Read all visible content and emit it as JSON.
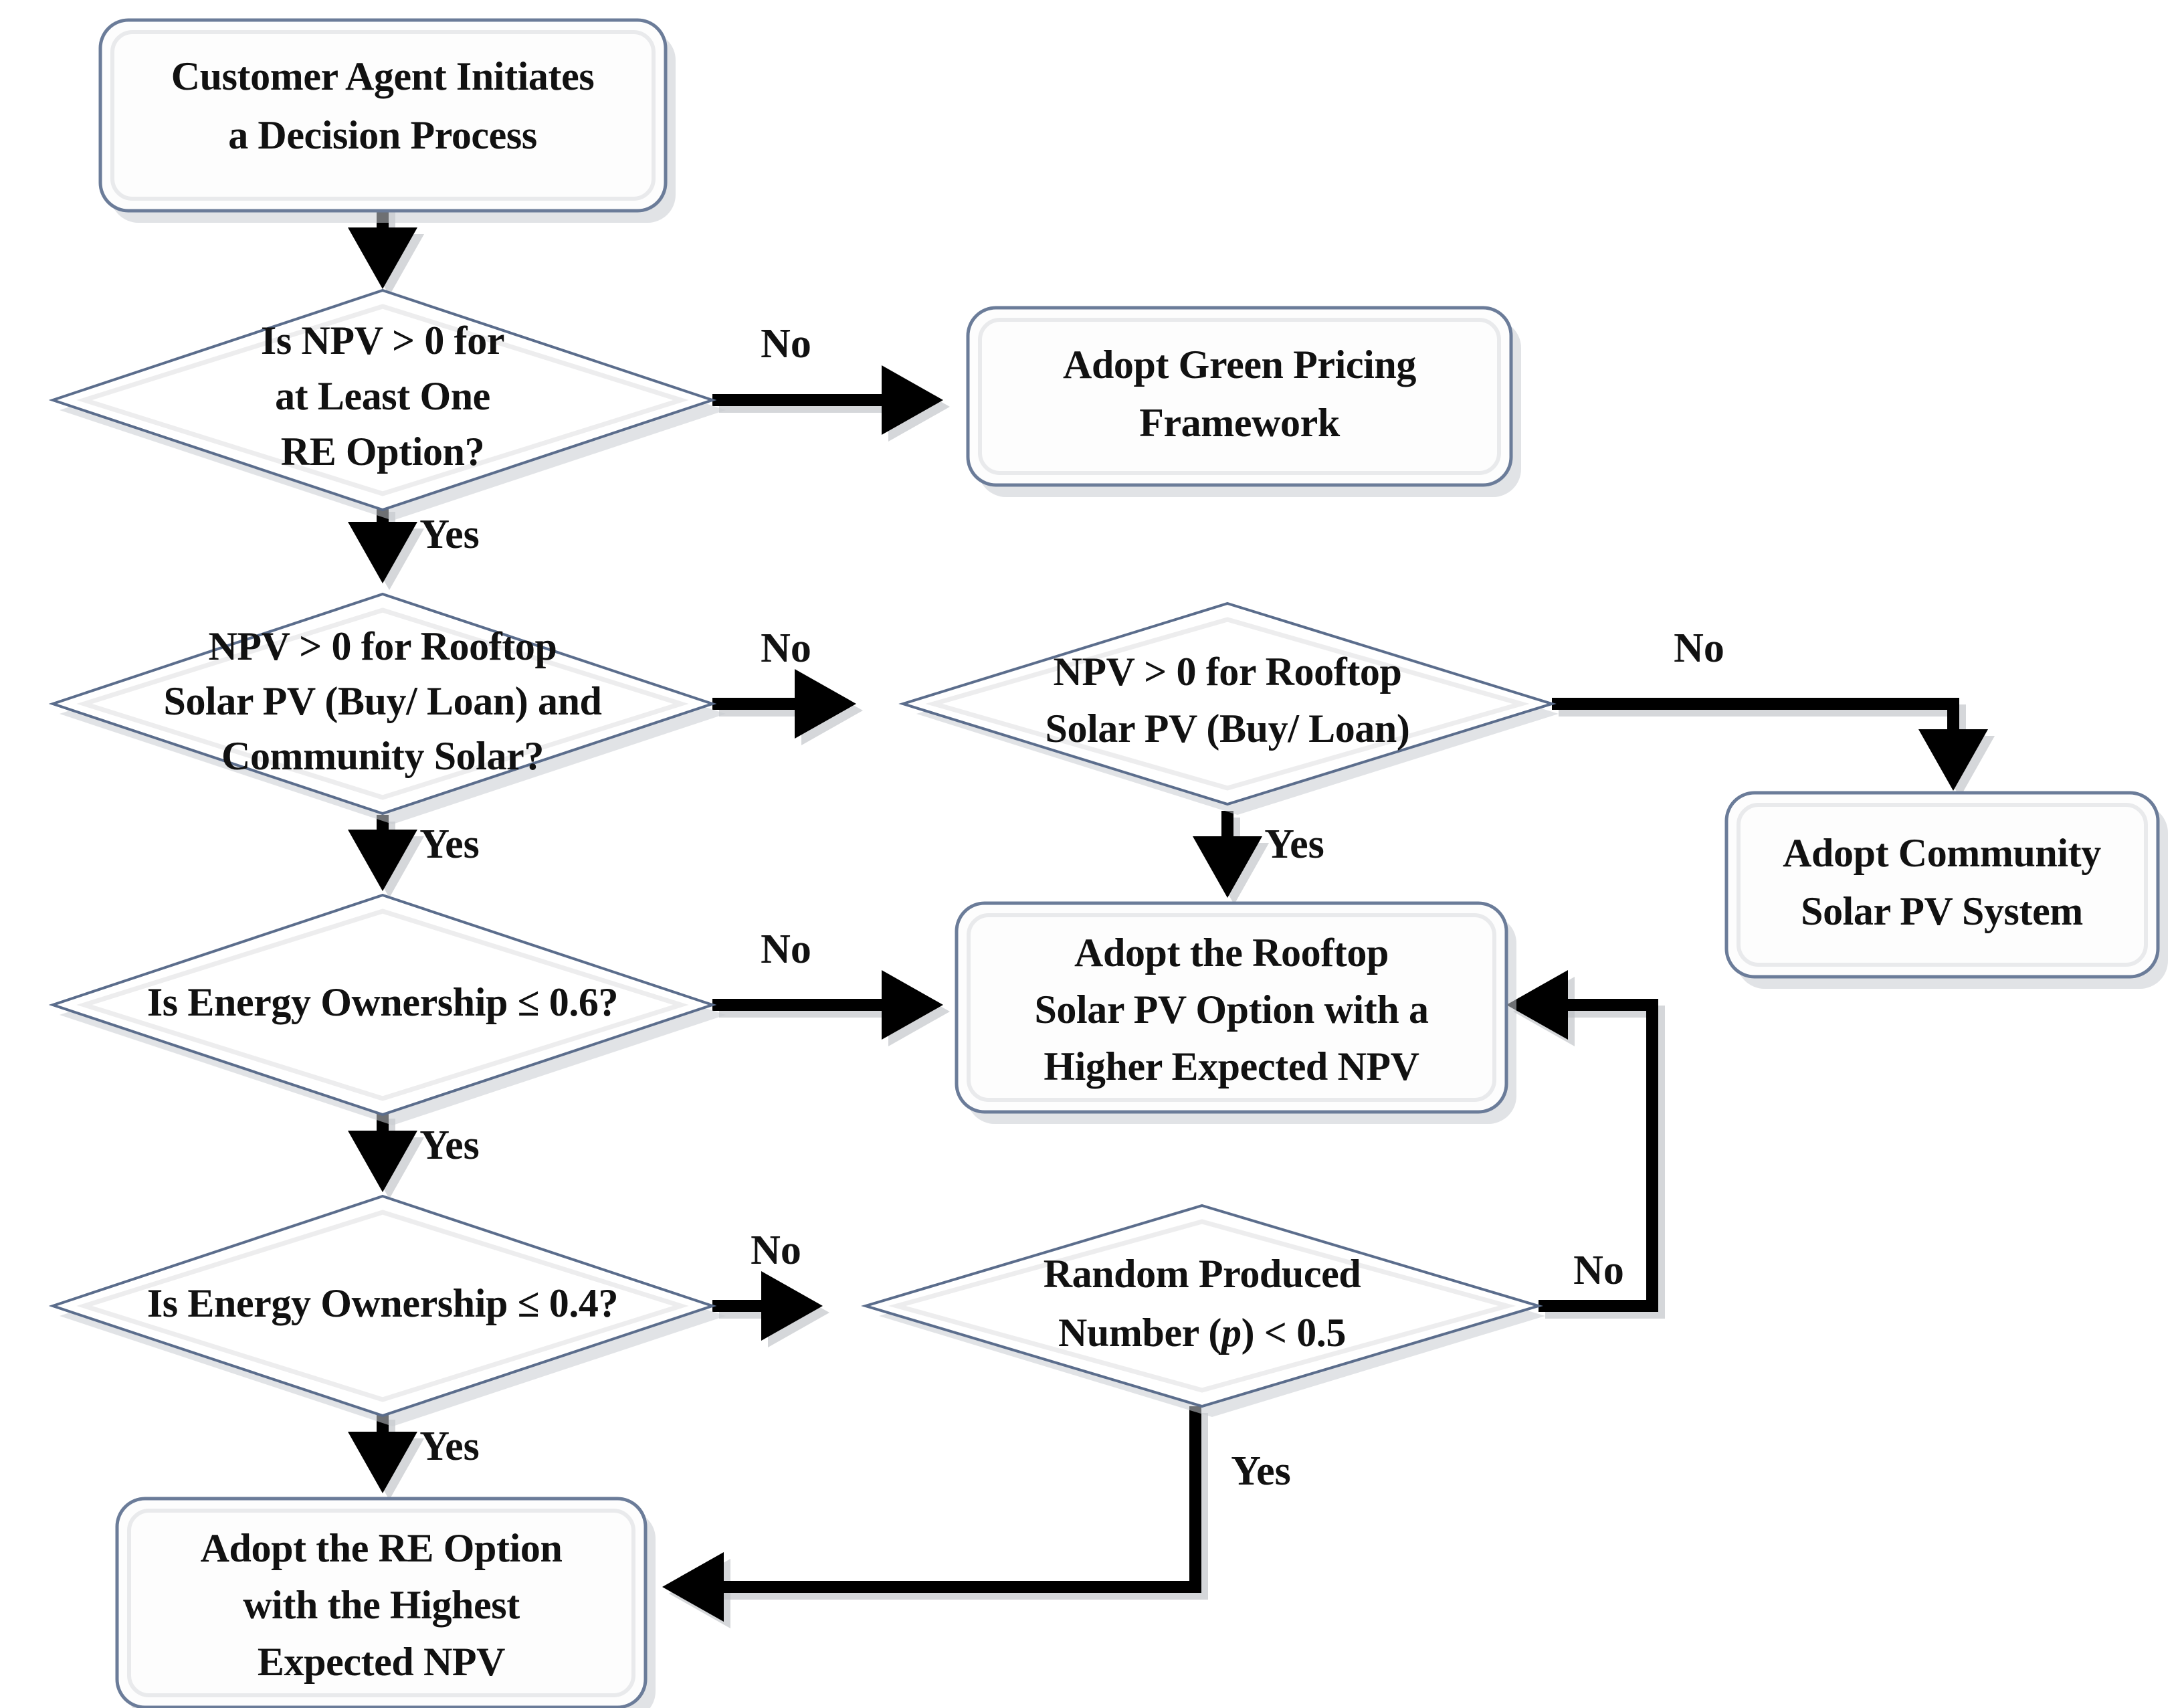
{
  "diagram": {
    "title": "Customer Agent Renewable Energy Adoption Decision Flowchart",
    "type": "flowchart",
    "colors": {
      "shape_border": "#6b7c99",
      "diamond_border": "#5b6d8c",
      "shape_fill": "#fdfdfd",
      "connector": "#000000",
      "shadow": "#c9ccd2",
      "background": "#ffffff"
    }
  },
  "nodes": {
    "start": {
      "shape": "process",
      "lines": [
        "Customer Agent Initiates",
        "a Decision Process"
      ]
    },
    "d_npv_any": {
      "shape": "decision",
      "lines": [
        "Is NPV > 0 for",
        "at Least One",
        "RE Option?"
      ]
    },
    "green_pricing": {
      "shape": "process",
      "lines": [
        "Adopt Green Pricing",
        "Framework"
      ]
    },
    "d_rooftop_and_community": {
      "shape": "decision",
      "lines": [
        "NPV > 0 for Rooftop",
        "Solar PV (Buy/ Loan) and",
        "Community Solar?"
      ]
    },
    "d_rooftop_only": {
      "shape": "decision",
      "lines": [
        "NPV > 0 for Rooftop",
        "Solar PV (Buy/ Loan)"
      ]
    },
    "community_solar": {
      "shape": "process",
      "lines": [
        "Adopt Community",
        "Solar PV System"
      ]
    },
    "d_ownership_06": {
      "shape": "decision",
      "lines": [
        "Is Energy Ownership ≤ 0.6?"
      ]
    },
    "adopt_rooftop": {
      "shape": "process",
      "lines": [
        "Adopt the Rooftop",
        "Solar PV Option with a",
        "Higher Expected NPV"
      ]
    },
    "d_ownership_04": {
      "shape": "decision",
      "lines": [
        "Is Energy Ownership ≤ 0.4?"
      ]
    },
    "d_random": {
      "shape": "decision",
      "lines_rich": [
        [
          {
            "t": "Random Produced",
            "i": false
          }
        ],
        [
          {
            "t": "Number (",
            "i": false
          },
          {
            "t": "p",
            "i": true
          },
          {
            "t": ") < 0.5",
            "i": false
          }
        ]
      ]
    },
    "adopt_re_highest": {
      "shape": "process",
      "lines": [
        "Adopt the RE Option",
        "with the Highest",
        "Expected NPV"
      ]
    }
  },
  "edge_labels": {
    "no_1": "No",
    "yes_1": "Yes",
    "no_2": "No",
    "yes_2": "Yes",
    "no_3": "No",
    "yes_3": "Yes",
    "no_4": "No",
    "yes_4": "Yes",
    "no_5": "No",
    "yes_5": "Yes",
    "no_6": "No",
    "yes_6": "Yes"
  },
  "edges": [
    {
      "from": "start",
      "to": "d_npv_any",
      "label": ""
    },
    {
      "from": "d_npv_any",
      "to": "green_pricing",
      "label": "No"
    },
    {
      "from": "d_npv_any",
      "to": "d_rooftop_and_community",
      "label": "Yes"
    },
    {
      "from": "d_rooftop_and_community",
      "to": "d_rooftop_only",
      "label": "No"
    },
    {
      "from": "d_rooftop_and_community",
      "to": "d_ownership_06",
      "label": "Yes"
    },
    {
      "from": "d_rooftop_only",
      "to": "community_solar",
      "label": "No"
    },
    {
      "from": "d_rooftop_only",
      "to": "adopt_rooftop",
      "label": "Yes"
    },
    {
      "from": "d_ownership_06",
      "to": "adopt_rooftop",
      "label": "No"
    },
    {
      "from": "d_ownership_06",
      "to": "d_ownership_04",
      "label": "Yes"
    },
    {
      "from": "d_ownership_04",
      "to": "d_random",
      "label": "No"
    },
    {
      "from": "d_ownership_04",
      "to": "adopt_re_highest",
      "label": "Yes"
    },
    {
      "from": "d_random",
      "to": "adopt_rooftop",
      "label": "No"
    },
    {
      "from": "d_random",
      "to": "adopt_re_highest",
      "label": "Yes"
    }
  ]
}
